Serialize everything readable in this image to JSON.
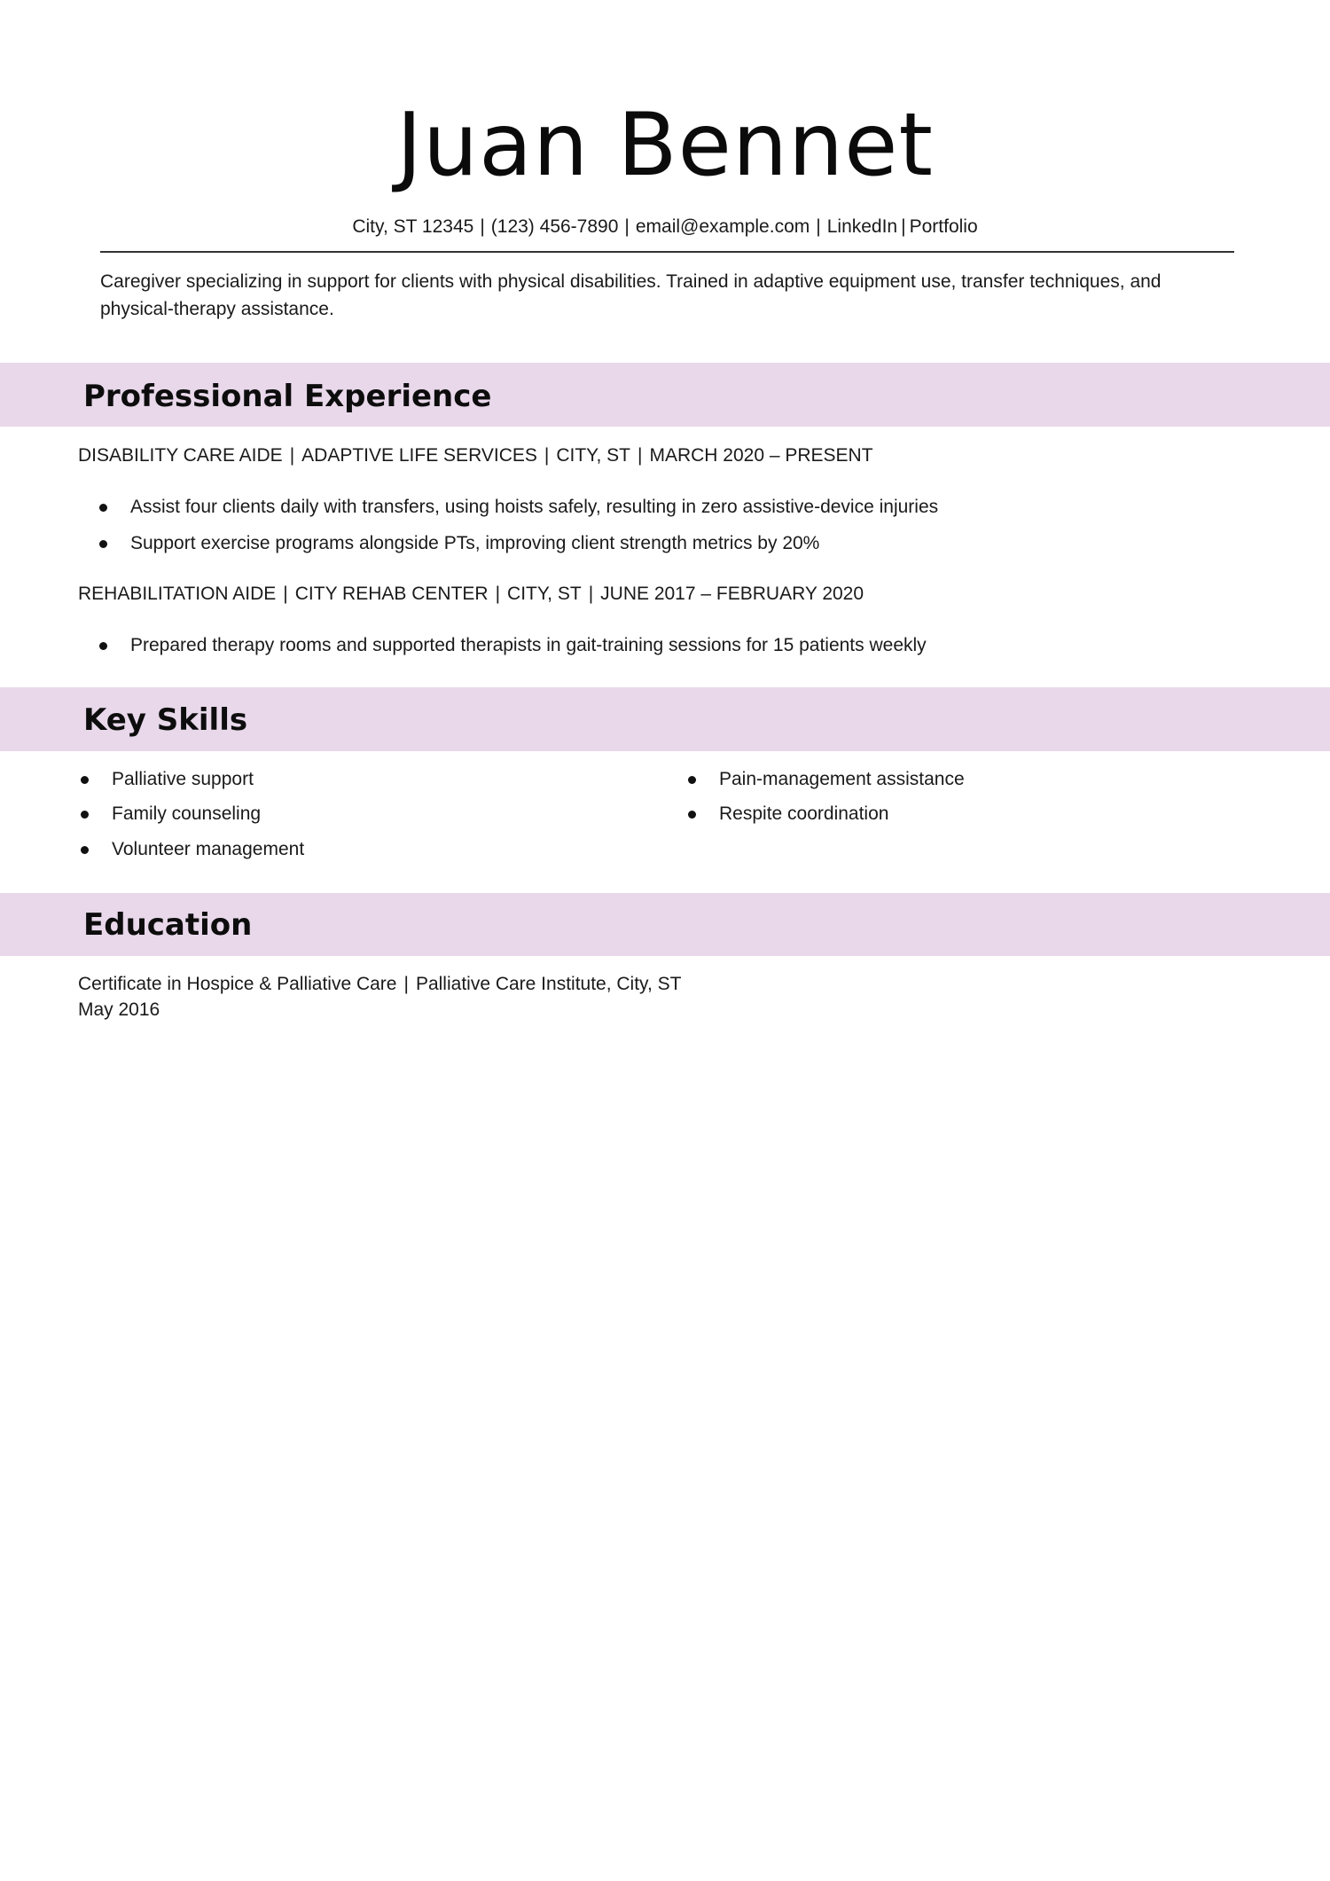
{
  "header": {
    "name": "Juan Bennet",
    "contact": {
      "location": "City, ST 12345",
      "phone": "(123) 456-7890",
      "email": "email@example.com",
      "linkedin": "LinkedIn",
      "portfolio": "Portfolio",
      "separator": "|"
    }
  },
  "summary": "Caregiver specializing in support for clients with physical disabilities. Trained in adaptive equipment use, transfer techniques, and physical-therapy assistance.",
  "experience": {
    "heading": "Professional Experience",
    "jobs": [
      {
        "title": "DISABILITY CARE AIDE",
        "company": "ADAPTIVE LIFE SERVICES",
        "location": "CITY, ST",
        "dates": "MARCH 2020 – PRESENT",
        "bullets": [
          "Assist four clients daily with transfers, using hoists safely, resulting in zero assistive-device injuries",
          "Support exercise programs alongside PTs, improving client strength metrics by 20%"
        ]
      },
      {
        "title": "REHABILITATION AIDE",
        "company": "CITY REHAB CENTER",
        "location": "CITY, ST",
        "dates": "JUNE 2017 – FEBRUARY 2020",
        "bullets": [
          "Prepared therapy rooms and supported therapists in gait-training sessions for 15 patients weekly"
        ]
      }
    ]
  },
  "skills": {
    "heading": "Key Skills",
    "items": [
      "Palliative support",
      "Family counseling",
      "Volunteer management",
      "Pain-management assistance",
      "Respite coordination"
    ]
  },
  "education": {
    "heading": "Education",
    "certificate": "Certificate in Hospice & Palliative Care",
    "institution": "Palliative Care Institute, City, ST",
    "date": "May 2016"
  },
  "colors": {
    "section_band": "#e8d8ea",
    "text": "#1a1a1a"
  }
}
